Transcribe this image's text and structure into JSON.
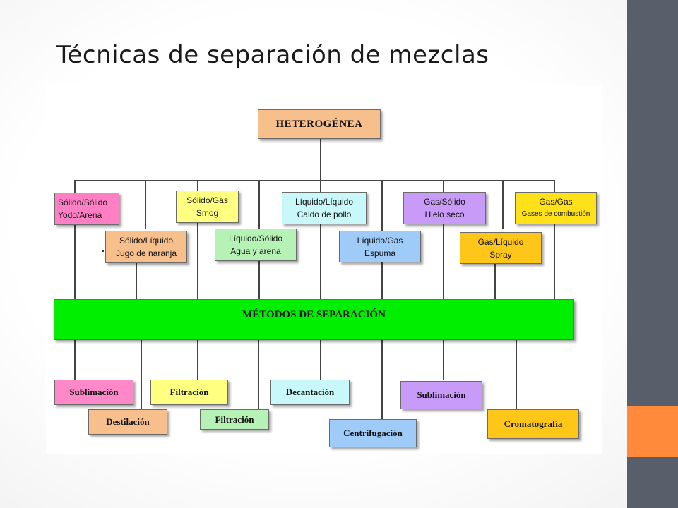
{
  "slide": {
    "title": "Técnicas de separación de mezclas",
    "colors": {
      "sidebar": "#585e6a",
      "accent": "#ff8a3c"
    }
  },
  "diagram": {
    "root": "HETEROGÉNEA",
    "methods_bar": "MÉTODOS DE SEPARACIÓN",
    "mixtures": [
      {
        "type": "Sólido/Sólido",
        "example": "Yodo/Arena",
        "color": "#ff7fc4"
      },
      {
        "type": "Sólido/Líquido",
        "example": "Jugo de naranja",
        "color": "#f7bf8c"
      },
      {
        "type": "Sólido/Gas",
        "example": "Smog",
        "color": "#ffff80"
      },
      {
        "type": "Líquido/Sólido",
        "example": "Agua y arena",
        "color": "#b6f2b6"
      },
      {
        "type": "Líquido/Líquido",
        "example": "Caldo de pollo",
        "color": "#c8f8fa"
      },
      {
        "type": "Líquido/Gas",
        "example": "Espuma",
        "color": "#9ecbf7"
      },
      {
        "type": "Gas/Sólido",
        "example": "Hielo seco",
        "color": "#c79bf7"
      },
      {
        "type": "Gas/Líquido",
        "example": "Spray",
        "color": "#ffc61a"
      },
      {
        "type": "Gas/Gas",
        "example": "Gases de combustión",
        "color": "#ffe11a"
      }
    ],
    "methods": [
      {
        "label": "Sublimación",
        "color": "#ff88c8"
      },
      {
        "label": "Destilación",
        "color": "#f7bf8c"
      },
      {
        "label": "Filtración",
        "color": "#ffff80"
      },
      {
        "label": "Filtración",
        "color": "#b6f2b6"
      },
      {
        "label": "Decantación",
        "color": "#c8f8fa"
      },
      {
        "label": "Centrifugación",
        "color": "#9ecbf7"
      },
      {
        "label": "Sublimación",
        "color": "#c79bf7"
      },
      {
        "label": "Cromatografía",
        "color": "#ffc61a"
      }
    ]
  }
}
